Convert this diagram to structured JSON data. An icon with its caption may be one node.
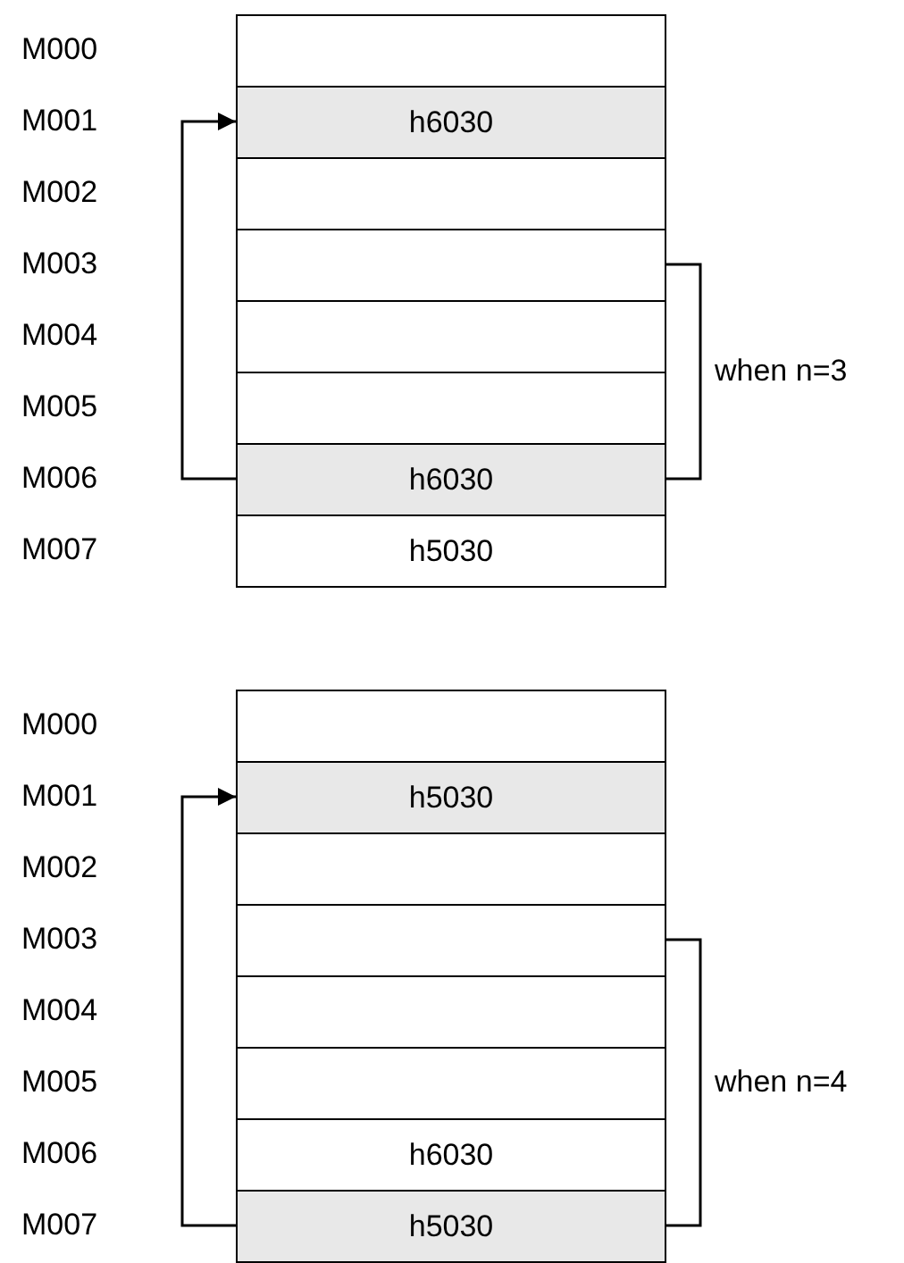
{
  "diagram": {
    "nodes": [
      {
        "text": [],
        "shape": "box"
      },
      {
        "text": [
          "h6030"
        ]
      },
      {
        "text": [],
        "shape": "box"
      },
      {
        "text": [],
        "shape": "box"
      },
      {
        "text": [],
        "shape": "box"
      },
      {
        "text": [],
        "shape": "box"
      },
      {
        "text": [
          "h6030"
        ]
      },
      {
        "text": [
          "h5030"
        ]
      },
      {
        "text": [],
        "shape": "box"
      },
      {
        "text": [
          "h5030"
        ]
      },
      {
        "text": [],
        "shape": "box"
      },
      {
        "text": [],
        "shape": "box"
      },
      {
        "text": [],
        "shape": "box"
      },
      {
        "text": [],
        "shape": "box"
      },
      {
        "text": [
          "h6030"
        ]
      },
      {
        "text": [
          "h5030"
        ]
      }
    ],
    "edges": [
      {
        "from": 6,
        "to": 1,
        "arrow": "to"
      },
      {
        "from": 15,
        "to": 9,
        "arrow": "to"
      }
    ],
    "labels": [
      "M000",
      "M001",
      "M002",
      "M003",
      "M004",
      "M005",
      "M006",
      "M007",
      "when n=3",
      "M000",
      "M001",
      "M002",
      "M003",
      "M004",
      "M005",
      "M006",
      "M007",
      "when n=4"
    ]
  }
}
